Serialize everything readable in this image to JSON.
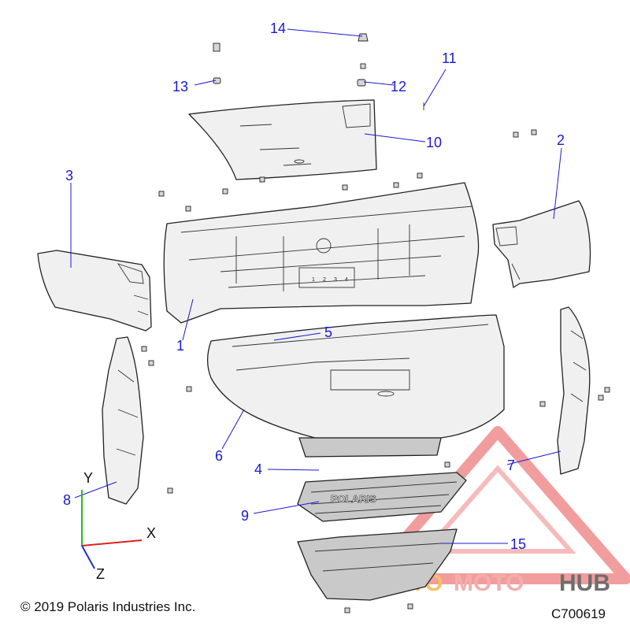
{
  "callouts": [
    {
      "num": "1"
    },
    {
      "num": "2"
    },
    {
      "num": "3"
    },
    {
      "num": "4"
    },
    {
      "num": "5"
    },
    {
      "num": "6"
    },
    {
      "num": "7"
    },
    {
      "num": "8"
    },
    {
      "num": "9"
    },
    {
      "num": "10"
    },
    {
      "num": "11"
    },
    {
      "num": "12"
    },
    {
      "num": "13"
    },
    {
      "num": "14"
    },
    {
      "num": "15"
    }
  ],
  "axes": {
    "x": "X",
    "y": "Y",
    "z": "Z",
    "colors": {
      "x": "#e02020",
      "y": "#20c020",
      "z": "#2030d0"
    }
  },
  "panel_text": {
    "dash_numbers": [
      "1",
      "2",
      "3",
      "4"
    ],
    "grille_badge": "POLARIS"
  },
  "watermark": {
    "word_a": "AUTO",
    "word_b": "MOTO",
    "word_c": "HUB",
    "color_main": "#f0a0a0",
    "color_hub": "#555555"
  },
  "footer": {
    "copyright": "© 2019 Polaris Industries Inc.",
    "code": "C700619"
  }
}
